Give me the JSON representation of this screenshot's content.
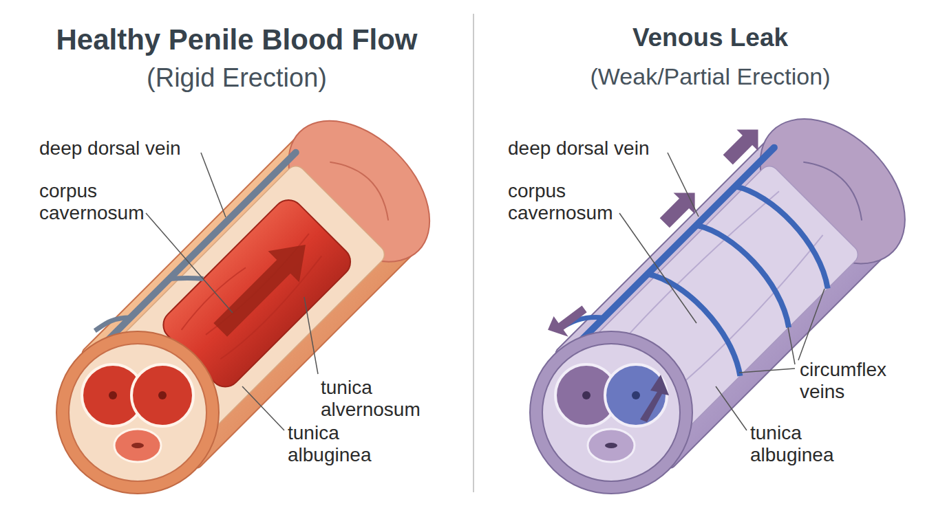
{
  "diagram": {
    "labels": [
      "Healthy Penile Blood Flow",
      "(Rigid Erection)",
      "Venous Leak",
      "(Weak/Partial Erection)",
      "deep dorsal vein",
      "corpus cavernosum",
      "tunica alvernosum",
      "tunica albuginea",
      "deep dorsal vein",
      "corpus cavernosum",
      "circumflex veins",
      "tunica albuginea"
    ]
  }
}
